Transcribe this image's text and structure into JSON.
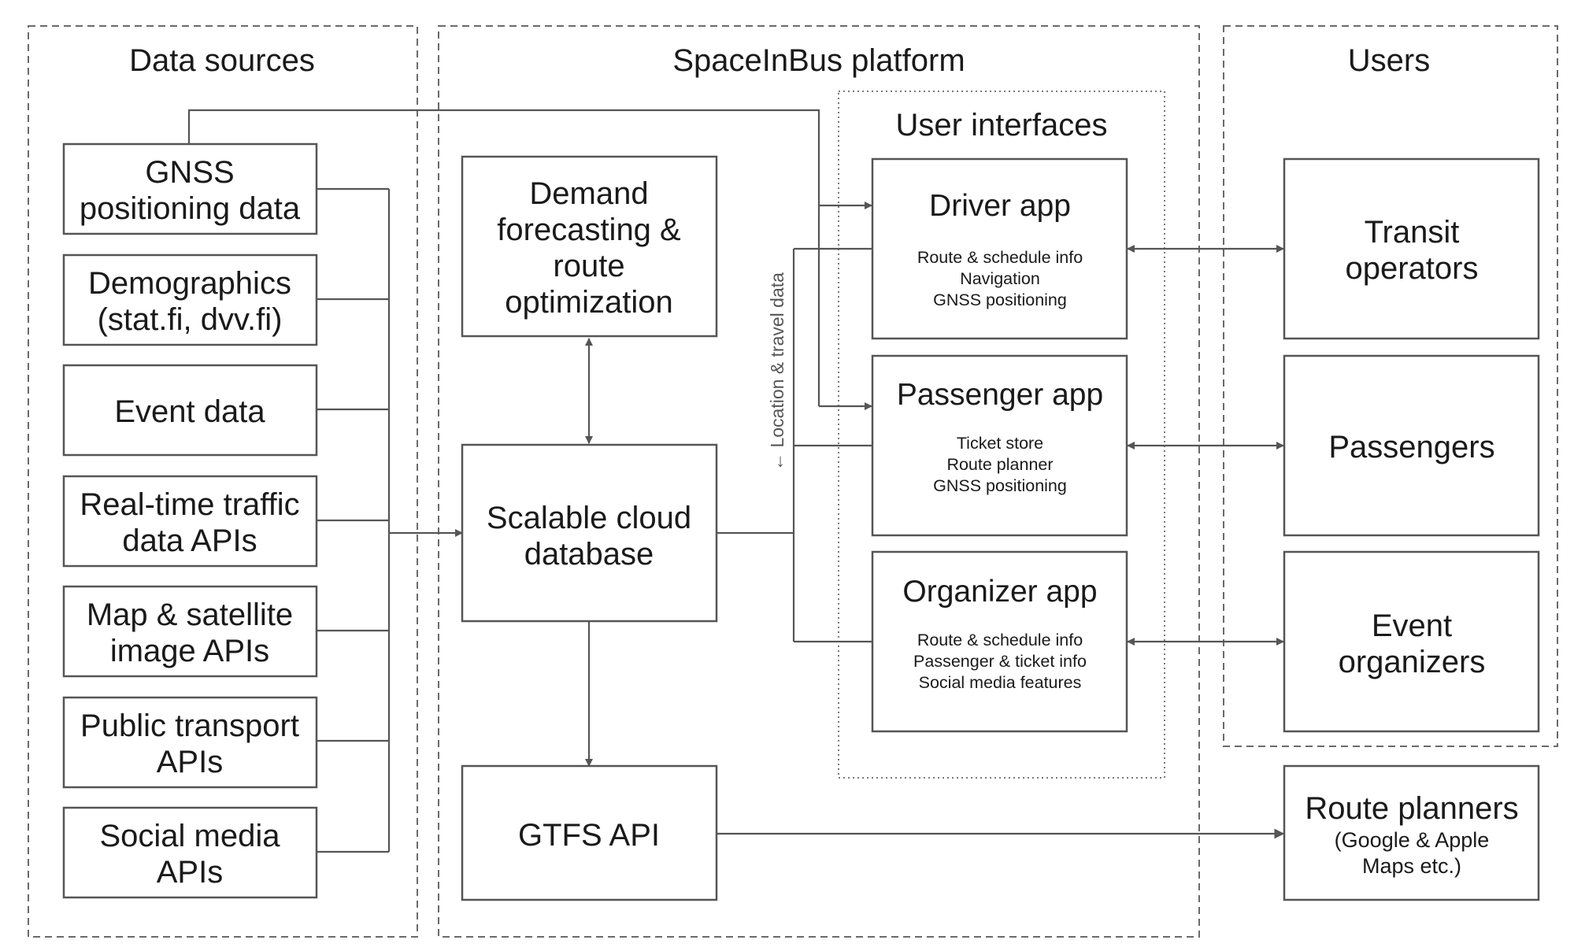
{
  "sections": {
    "data_sources": "Data sources",
    "platform": "SpaceInBus platform",
    "users": "Users",
    "user_interfaces": "User interfaces"
  },
  "data_sources": [
    {
      "id": "gnss",
      "lines": [
        "GNSS",
        "positioning data"
      ]
    },
    {
      "id": "demographics",
      "lines": [
        "Demographics",
        "(stat.fi, dvv.fi)"
      ]
    },
    {
      "id": "event-data",
      "lines": [
        "Event data"
      ]
    },
    {
      "id": "traffic",
      "lines": [
        "Real-time traffic",
        "data APIs"
      ]
    },
    {
      "id": "map-satellite",
      "lines": [
        "Map & satellite",
        "image APIs"
      ]
    },
    {
      "id": "public-transport",
      "lines": [
        "Public transport",
        "APIs"
      ]
    },
    {
      "id": "social-media",
      "lines": [
        "Social media",
        "APIs"
      ]
    }
  ],
  "platform": {
    "forecasting": {
      "lines": [
        "Demand",
        "forecasting &",
        "route",
        "optimization"
      ]
    },
    "database": {
      "lines": [
        "Scalable cloud",
        "database"
      ]
    },
    "gtfs": {
      "lines": [
        "GTFS API"
      ]
    },
    "flow_label": "← Location & travel data"
  },
  "apps": [
    {
      "id": "driver",
      "title": "Driver app",
      "features": [
        "Route & schedule info",
        "Navigation",
        "GNSS positioning"
      ]
    },
    {
      "id": "passenger",
      "title": "Passenger app",
      "features": [
        "Ticket store",
        "Route planner",
        "GNSS positioning"
      ]
    },
    {
      "id": "organizer",
      "title": "Organizer app",
      "features": [
        "Route & schedule info",
        "Passenger & ticket info",
        "Social media features"
      ]
    }
  ],
  "users": [
    {
      "id": "transit-operators",
      "lines": [
        "Transit",
        "operators"
      ]
    },
    {
      "id": "passengers",
      "lines": [
        "Passengers"
      ]
    },
    {
      "id": "event-organizers",
      "lines": [
        "Event",
        "organizers"
      ]
    }
  ],
  "route_planners": {
    "title": "Route planners",
    "note": [
      "(Google & Apple",
      "Maps etc.)"
    ]
  }
}
